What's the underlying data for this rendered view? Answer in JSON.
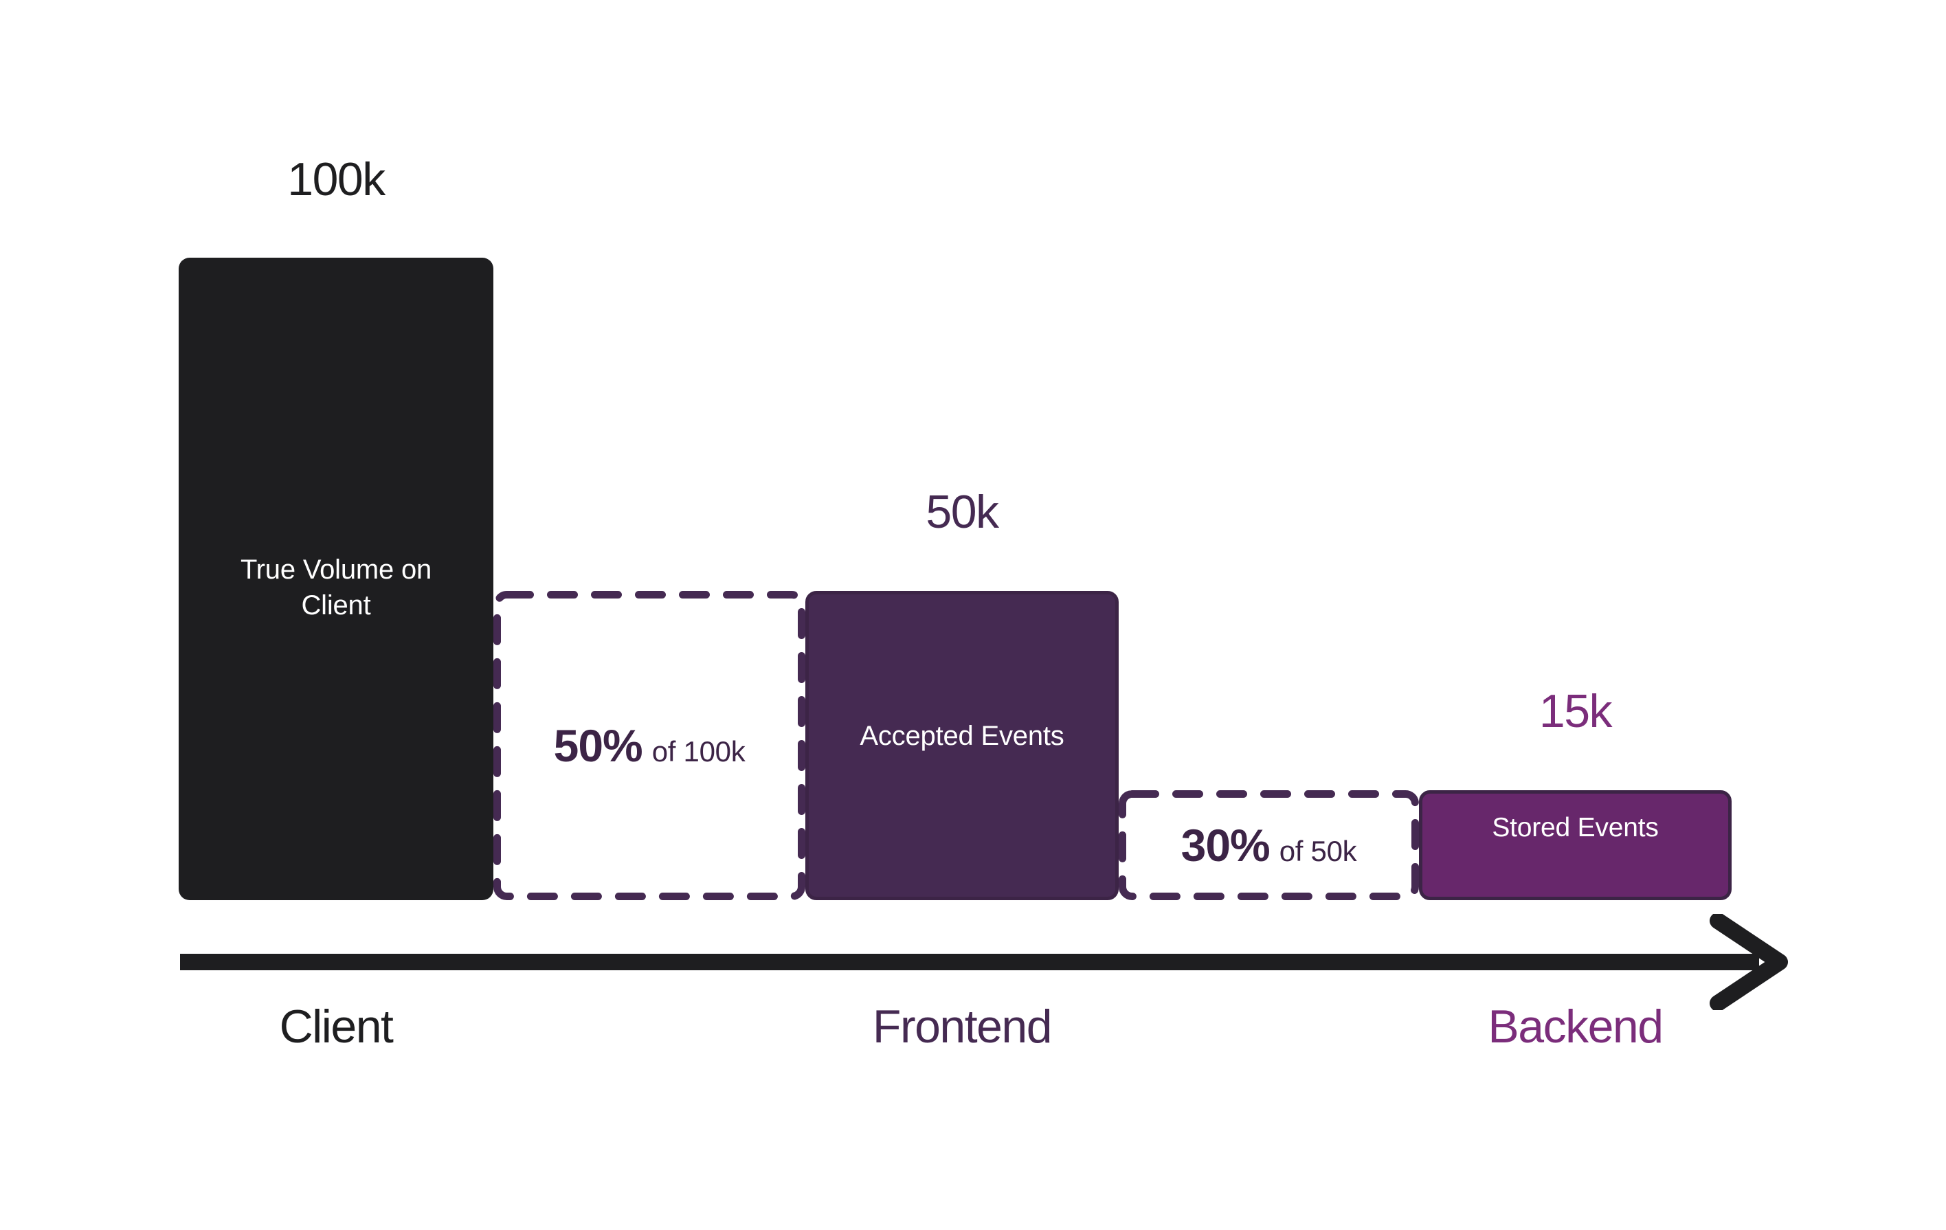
{
  "chart_data": {
    "type": "bar",
    "title": "",
    "subtitle": "",
    "xlabel": "",
    "ylabel": "",
    "grid": false,
    "legend_position": "none",
    "categories": [
      "Client",
      "Frontend",
      "Backend"
    ],
    "values": [
      100000,
      50000,
      15000
    ],
    "value_labels": [
      "100k",
      "50k",
      "15k"
    ],
    "bar_labels": [
      "True Volume on Client",
      "Accepted Events",
      "Stored Events"
    ],
    "drops": [
      {
        "pct": "50%",
        "of": "of 100k",
        "from": 100000,
        "to": 50000
      },
      {
        "pct": "30%",
        "of": "of 50k",
        "from": 50000,
        "to": 15000
      }
    ],
    "colors": {
      "client_bar": "#1E1E20",
      "frontend_bar": "#452A52",
      "backend_bar": "#67276B",
      "bar_outline": "#3C2446",
      "dashed_border": "#452A52",
      "client_text": "#1E1E20",
      "frontend_text": "#452A52",
      "backend_text": "#7B2D7B",
      "axis": "#1E1E20",
      "background": "#FFFFFF",
      "inbar_text": "#FFFFFF"
    }
  },
  "bars": {
    "client": {
      "value_label": "100k",
      "inbar_label": "True Volume on Client",
      "stage_label": "Client"
    },
    "frontend": {
      "value_label": "50k",
      "inbar_label": "Accepted Events",
      "stage_label": "Frontend"
    },
    "backend": {
      "value_label": "15k",
      "inbar_label": "Stored Events",
      "stage_label": "Backend"
    }
  },
  "drop_boxes": {
    "client_to_frontend": {
      "percent": "50%",
      "basis": "of 100k"
    },
    "frontend_to_backend": {
      "percent": "30%",
      "basis": "of 50k"
    }
  },
  "axis": {
    "icon": "arrow-right-icon"
  }
}
